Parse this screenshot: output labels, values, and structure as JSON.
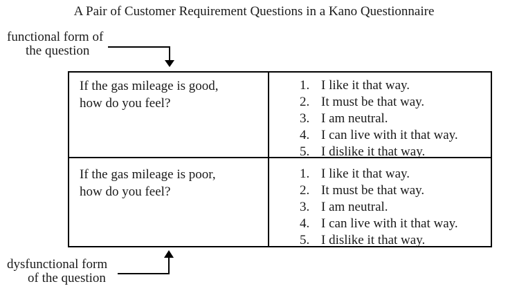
{
  "figure": {
    "title": "A Pair of Customer Requirement Questions in a Kano Questionnaire"
  },
  "labels": {
    "functional": {
      "line1": "functional form of",
      "line2": "the question"
    },
    "dysfunctional": {
      "line1": "dysfunctional form",
      "line2": "of the question"
    }
  },
  "table": {
    "rows": [
      {
        "question": {
          "line1": "If the gas mileage is good,",
          "line2": "how do you feel?"
        },
        "options": [
          {
            "num": "1.",
            "text": "I like it that way."
          },
          {
            "num": "2.",
            "text": "It must be that way."
          },
          {
            "num": "3.",
            "text": "I am neutral."
          },
          {
            "num": "4.",
            "text": "I can live with it that way."
          },
          {
            "num": "5.",
            "text": "I dislike it that way."
          }
        ]
      },
      {
        "question": {
          "line1": "If the gas mileage is poor,",
          "line2": "how do you feel?"
        },
        "options": [
          {
            "num": "1.",
            "text": "I like it that way."
          },
          {
            "num": "2.",
            "text": "It must be that way."
          },
          {
            "num": "3.",
            "text": "I am neutral."
          },
          {
            "num": "4.",
            "text": "I can live with it that way."
          },
          {
            "num": "5.",
            "text": "I dislike it that way."
          }
        ]
      }
    ]
  },
  "colors": {
    "text": "#1a1a1a",
    "line": "#000000",
    "background": "#ffffff"
  }
}
